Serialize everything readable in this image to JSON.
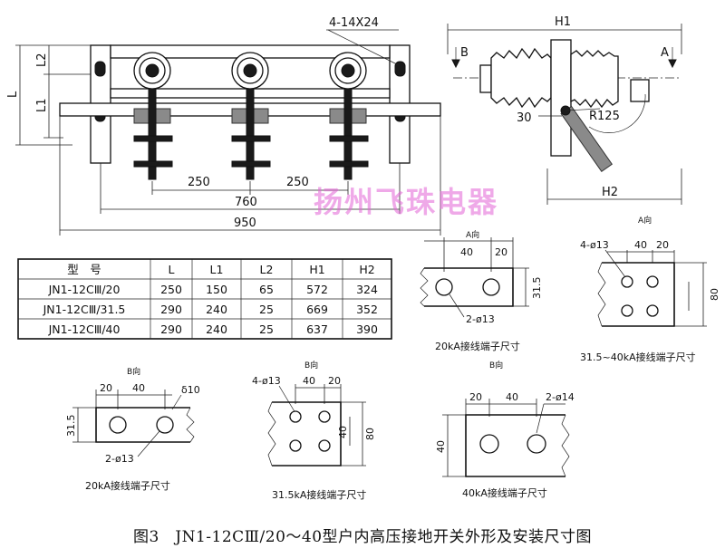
{
  "front_view": {
    "hole_spec": "4-14X24",
    "dims": {
      "L": "L",
      "L1": "L1",
      "L2": "L2",
      "pitch_a": "250",
      "pitch_b": "250",
      "mid": "760",
      "overall": "950"
    }
  },
  "side_view": {
    "dims": {
      "H1": "H1",
      "H2": "H2",
      "B": "B",
      "A": "A",
      "angle": "30",
      "radius": "R125"
    }
  },
  "watermark": "扬州飞珠电器",
  "spec_table": {
    "headers": [
      "型　号",
      "L",
      "L1",
      "L2",
      "H1",
      "H2"
    ],
    "rows": [
      [
        "JN1-12CⅢ/20",
        "250",
        "150",
        "65",
        "572",
        "324"
      ],
      [
        "JN1-12CⅢ/31.5",
        "290",
        "240",
        "25",
        "669",
        "352"
      ],
      [
        "JN1-12CⅢ/40",
        "290",
        "240",
        "25",
        "637",
        "390"
      ]
    ]
  },
  "terminals": {
    "a20": {
      "view": "A向",
      "d1": "40",
      "d2": "20",
      "h": "31.5",
      "holes": "2-ø13",
      "title": "20kA接线端子尺寸"
    },
    "a40": {
      "view": "A向",
      "holes": "4-ø13",
      "d1": "40",
      "d2": "20",
      "h": "80",
      "title": "31.5~40kA接线端子尺寸"
    },
    "b20": {
      "view": "B向",
      "d1": "20",
      "d2": "40",
      "thk": "δ10",
      "h": "31.5",
      "holes": "2-ø13",
      "title": "20kA接线端子尺寸"
    },
    "b315": {
      "view": "B向",
      "holes": "4-ø13",
      "d1": "40",
      "d2": "20",
      "h1": "40",
      "h2": "80",
      "title": "31.5kA接线端子尺寸"
    },
    "b40": {
      "view": "B向",
      "d1": "20",
      "d2": "40",
      "holes": "2-ø14",
      "h": "40",
      "title": "40kA接线端子尺寸"
    }
  },
  "caption": "图3　JN1-12CⅢ/20～40型户内高压接地开关外形及安装尺寸图"
}
